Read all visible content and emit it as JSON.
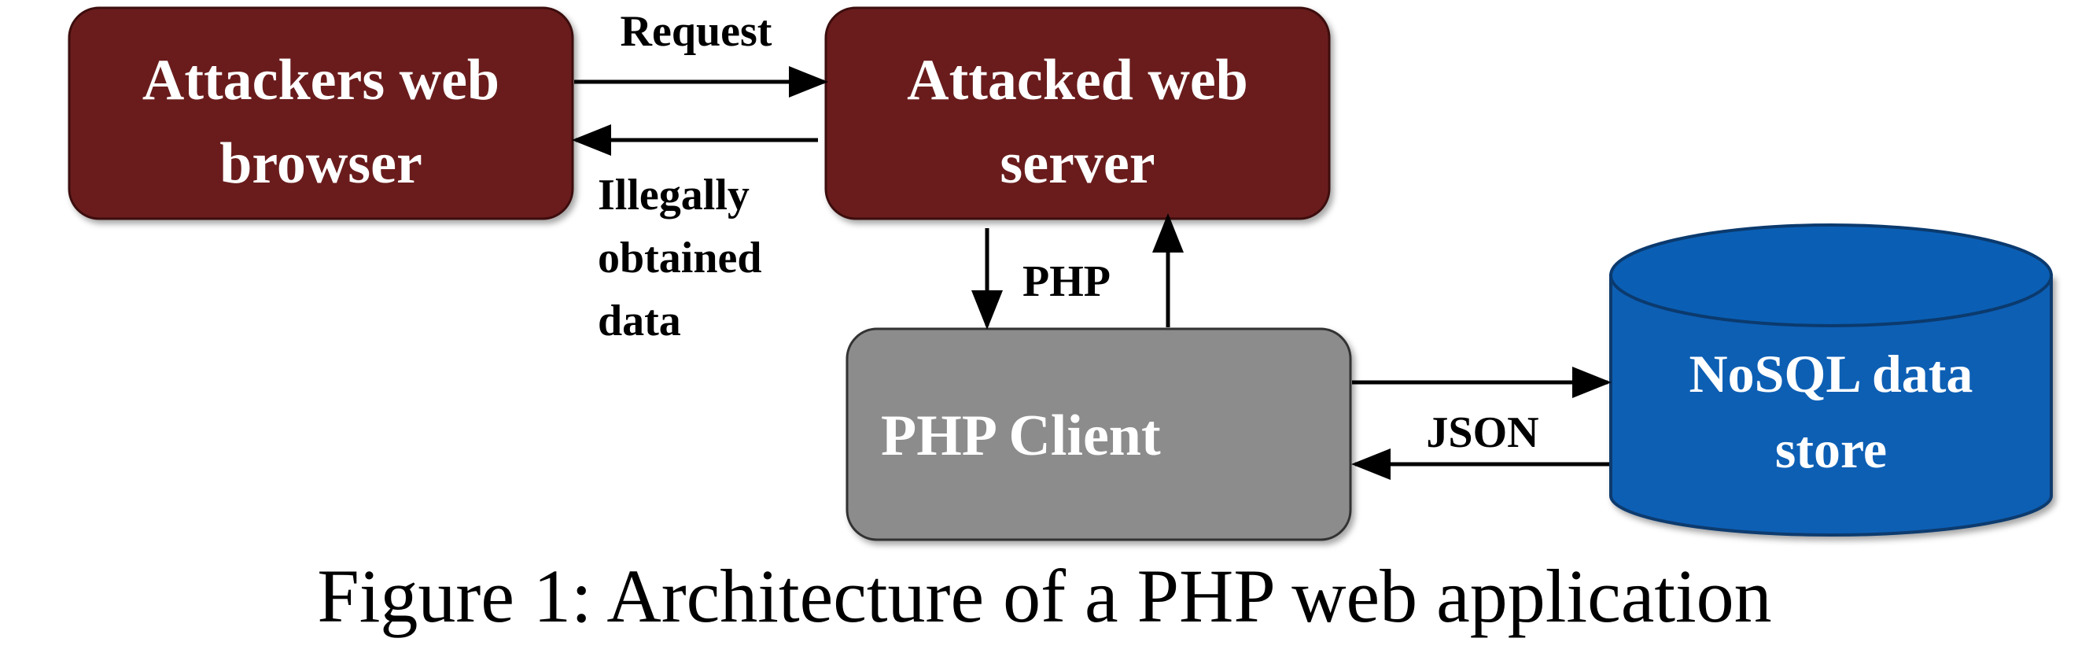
{
  "diagram": {
    "nodes": {
      "attacker_browser": {
        "line1": "Attackers web",
        "line2": "browser",
        "color": "#6b1e1e"
      },
      "attacked_server": {
        "line1": "Attacked web",
        "line2": "server",
        "color": "#6b1e1e"
      },
      "php_client": {
        "label": "PHP Client",
        "color": "#8c8c8c"
      },
      "nosql_store": {
        "line1": "NoSQL data",
        "line2": "store",
        "color": "#0a5fb4"
      }
    },
    "edges": {
      "request": "Request",
      "illegal_line1": "Illegally",
      "illegal_line2": "obtained",
      "illegal_line3": "data",
      "php": "PHP",
      "json": "JSON"
    }
  },
  "caption": "Figure 1: Architecture of a PHP web application"
}
